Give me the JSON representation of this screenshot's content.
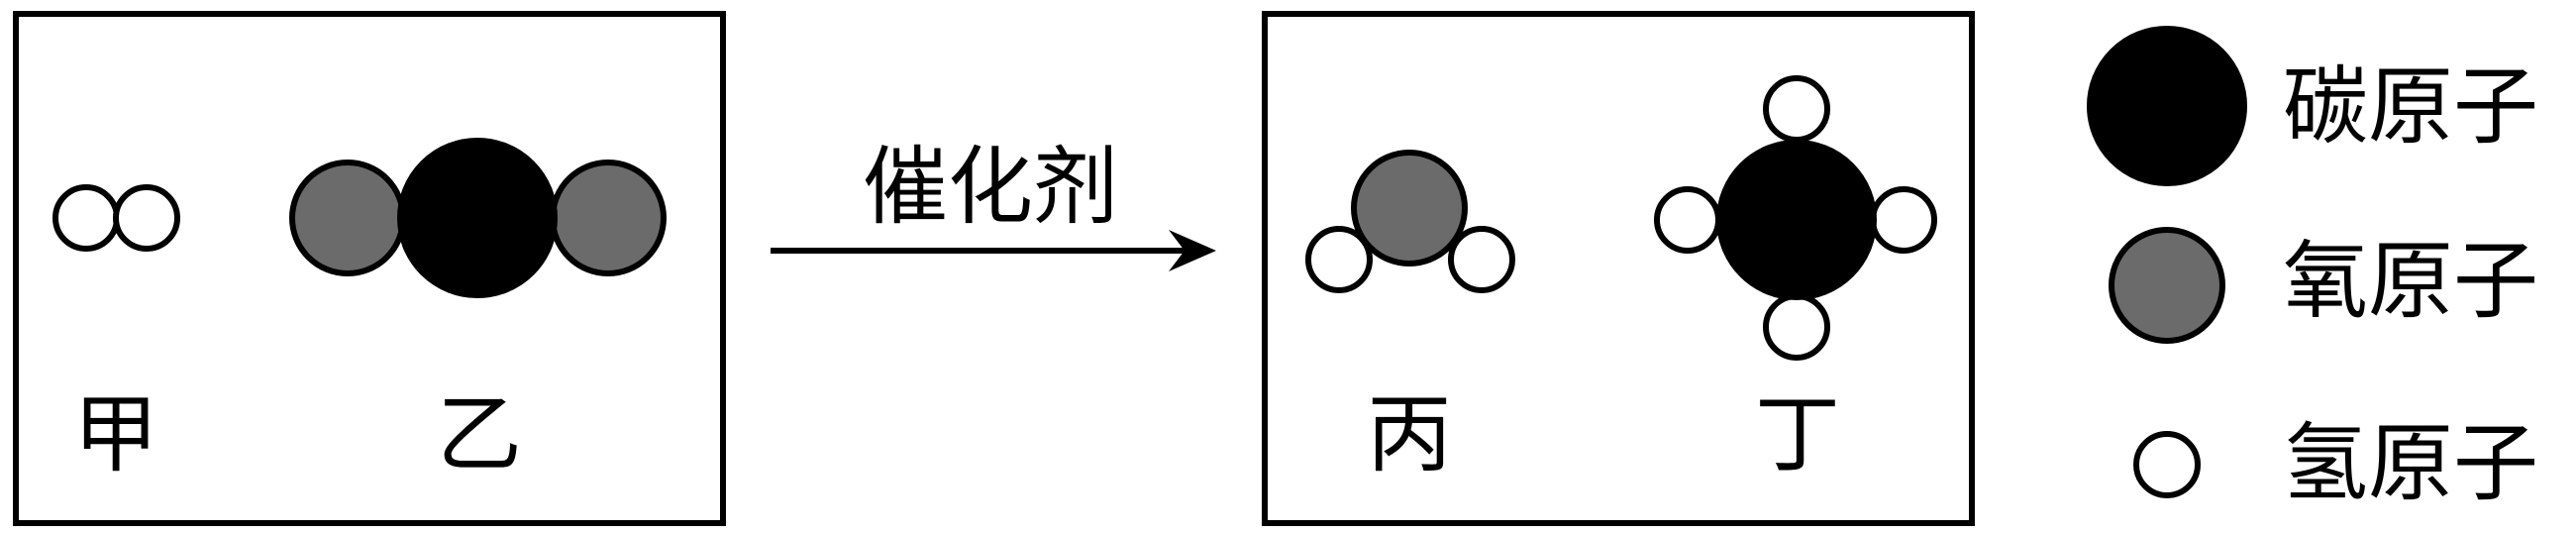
{
  "reactants": {
    "molecule_1": {
      "label": "甲",
      "atoms": [
        "hydrogen",
        "hydrogen"
      ]
    },
    "molecule_2": {
      "label": "乙",
      "atoms": [
        "oxygen",
        "carbon",
        "oxygen"
      ]
    }
  },
  "arrow": {
    "label": "催化剂"
  },
  "products": {
    "molecule_3": {
      "label": "丙",
      "atoms": [
        "oxygen",
        "hydrogen",
        "hydrogen"
      ]
    },
    "molecule_4": {
      "label": "丁",
      "atoms": [
        "carbon",
        "hydrogen",
        "hydrogen",
        "hydrogen",
        "hydrogen"
      ]
    }
  },
  "legend": [
    {
      "atom": "carbon",
      "label": "碳原子",
      "color": "#000000"
    },
    {
      "atom": "oxygen",
      "label": "氧原子",
      "color": "#6b6b6b"
    },
    {
      "atom": "hydrogen",
      "label": "氢原子",
      "color": "#ffffff"
    }
  ]
}
